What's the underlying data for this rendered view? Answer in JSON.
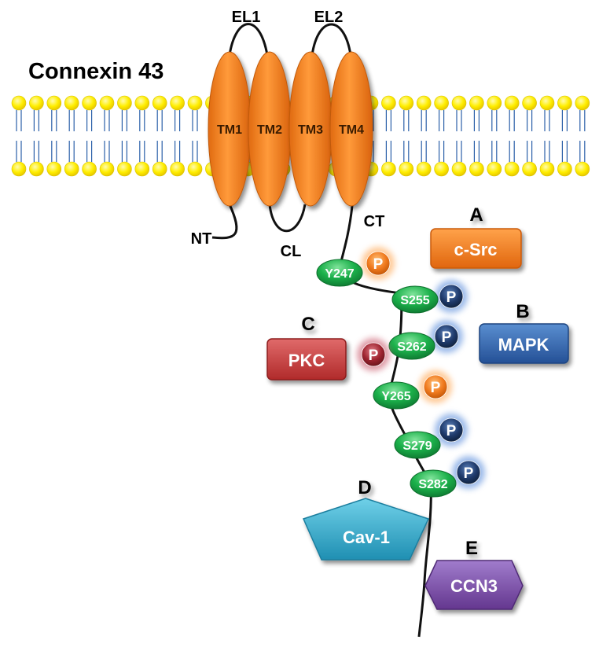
{
  "title": "Connexin 43",
  "loops": {
    "el1": "EL1",
    "el2": "EL2",
    "cl": "CL",
    "nt": "NT",
    "ct": "CT"
  },
  "tm_segments": [
    "TM1",
    "TM2",
    "TM3",
    "TM4"
  ],
  "sites": [
    {
      "label": "Y247",
      "phospho": "P",
      "kinase": "c-Src"
    },
    {
      "label": "S255",
      "phospho": "P",
      "kinase": "MAPK"
    },
    {
      "label": "S262",
      "phospho": "P",
      "kinase": "MAPK"
    },
    {
      "label": "Y265",
      "phospho": "P",
      "kinase": "c-Src"
    },
    {
      "label": "S279",
      "phospho": "P",
      "kinase": "MAPK"
    },
    {
      "label": "S282",
      "phospho": "P",
      "kinase": "MAPK"
    }
  ],
  "pkc_phospho": "P",
  "partners": [
    {
      "letter": "A",
      "name": "c-Src",
      "color": "#f07a1e"
    },
    {
      "letter": "B",
      "name": "MAPK",
      "color": "#2e63a8"
    },
    {
      "letter": "C",
      "name": "PKC",
      "color": "#c73b3b"
    },
    {
      "letter": "D",
      "name": "Cav-1",
      "color": "#2ea6c6"
    },
    {
      "letter": "E",
      "name": "CCN3",
      "color": "#7a4fa6"
    }
  ],
  "colors": {
    "tm": "#f07e1e",
    "site": "#1bb04a",
    "lipid_head": "#ffee00",
    "lipid_tail": "#2a5fa8",
    "phospho_orange": "#f07a1e",
    "phospho_blue": "#1f3a6b",
    "phospho_red": "#9e2430"
  }
}
